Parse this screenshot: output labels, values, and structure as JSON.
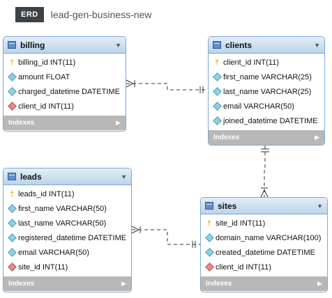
{
  "header": {
    "badge": "ERD",
    "name": "lead-gen-business-new"
  },
  "tables": {
    "billing": {
      "name": "billing",
      "columns": [
        {
          "label": "billing_id INT(11)",
          "kind": "primary-key"
        },
        {
          "label": "amount FLOAT",
          "kind": "column"
        },
        {
          "label": "charged_datetime DATETIME",
          "kind": "column"
        },
        {
          "label": "client_id INT(11)",
          "kind": "foreign-key"
        }
      ],
      "indexes_label": "Indexes"
    },
    "clients": {
      "name": "clients",
      "columns": [
        {
          "label": "client_id INT(11)",
          "kind": "primary-key"
        },
        {
          "label": "first_name VARCHAR(25)",
          "kind": "column"
        },
        {
          "label": "last_name VARCHAR(25)",
          "kind": "column"
        },
        {
          "label": "email VARCHAR(50)",
          "kind": "column"
        },
        {
          "label": "joined_datetime DATETIME",
          "kind": "column"
        }
      ],
      "indexes_label": "Indexes"
    },
    "leads": {
      "name": "leads",
      "columns": [
        {
          "label": "leads_id INT(11)",
          "kind": "primary-key"
        },
        {
          "label": "first_name VARCHAR(50)",
          "kind": "column"
        },
        {
          "label": "last_name VARCHAR(50)",
          "kind": "column"
        },
        {
          "label": "registered_datetime DATETIME",
          "kind": "column"
        },
        {
          "label": "email VARCHAR(50)",
          "kind": "column"
        },
        {
          "label": "site_id INT(11)",
          "kind": "foreign-key"
        }
      ],
      "indexes_label": "Indexes"
    },
    "sites": {
      "name": "sites",
      "columns": [
        {
          "label": "site_id INT(11)",
          "kind": "primary-key"
        },
        {
          "label": "domain_name VARCHAR(100)",
          "kind": "column"
        },
        {
          "label": "created_datetime DATETIME",
          "kind": "column"
        },
        {
          "label": "client_id INT(11)",
          "kind": "foreign-key"
        }
      ],
      "indexes_label": "Indexes"
    }
  },
  "relationships": [
    {
      "from": "billing",
      "to": "clients",
      "from_cardinality": "many",
      "to_cardinality": "one"
    },
    {
      "from": "sites",
      "to": "clients",
      "from_cardinality": "many",
      "to_cardinality": "one"
    },
    {
      "from": "leads",
      "to": "sites",
      "from_cardinality": "many",
      "to_cardinality": "one"
    }
  ],
  "colors": {
    "header_badge": "#3c4246",
    "table_border": "#7fa8d2",
    "indexes_bar": "#b8b8b8",
    "primary_key": "#e5b800",
    "column_marker": "#8fd0e4",
    "foreign_key_marker": "#e38b86"
  }
}
